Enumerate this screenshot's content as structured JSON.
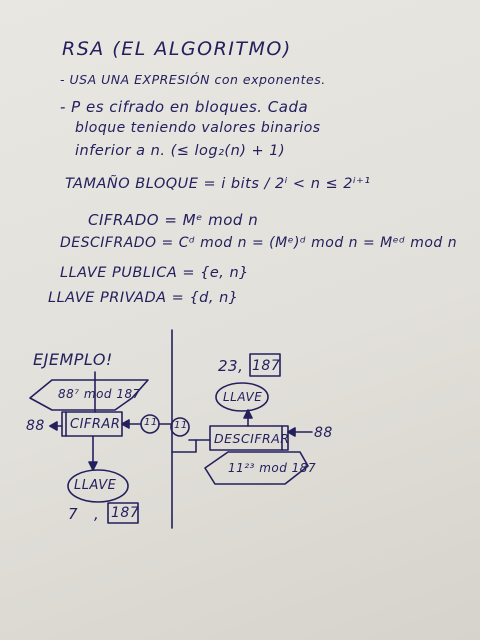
{
  "title": "RSA (EL ALGORITMO)",
  "lines": {
    "l1": "- USA UNA EXPRESIÓN con exponentes.",
    "l2": "- P es cifrado en bloques. Cada",
    "l3": "bloque teniendo valores binarios",
    "l4": "inferior a n. (≤ log₂(n) + 1)",
    "tam": "TAMAÑO BLOQUE = i bits / 2ⁱ < n ≤ 2ⁱ⁺¹",
    "cif": "CIFRADO = Mᵉ mod n",
    "des": "DESCIFRADO = Cᵈ mod n = (Mᵉ)ᵈ mod n = Mᵉᵈ mod n",
    "pub": "LLAVE PUBLICA = {e, n}",
    "priv": "LLAVE PRIVADA = {d, n}"
  },
  "diagram": {
    "ejemplo": "EJEMPLO!",
    "left_exp": "88⁷ mod 187",
    "left_in": "88",
    "cifrar": "CIFRAR",
    "circle_left": "11",
    "circle_right": "11",
    "llave_left": "LLAVE",
    "key_left_e": "7",
    "key_left_n": "187",
    "right_d": "23,",
    "right_n": "187",
    "llave_right": "LLAVE",
    "descifrar": "DESCIFRAR",
    "right_out": "88",
    "right_exp": "11²³ mod 187"
  },
  "ink_color": "#24205e"
}
